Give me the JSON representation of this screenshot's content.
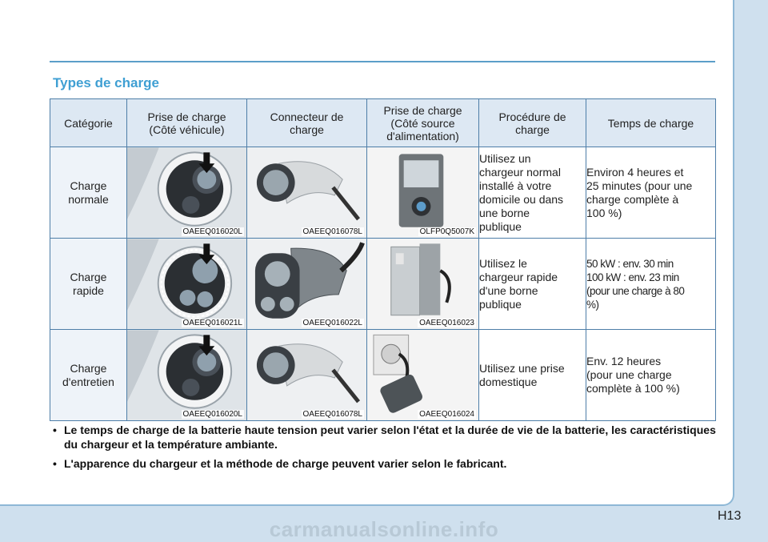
{
  "section_title": "Types de charge",
  "table": {
    "headers": [
      "Catégorie",
      "Prise de charge\n(Côté véhicule)",
      "Connecteur de\ncharge",
      "Prise de charge\n(Côté source\nd'alimentation)",
      "Procédure de\ncharge",
      "Temps de charge"
    ],
    "rows": [
      {
        "category": "Charge\nnormale",
        "img_vehicle": "OAEEQ016020L",
        "img_connector": "OAEEQ016078L",
        "img_source": "OLFP0Q5007K",
        "procedure": "Utilisez un\nchargeur normal\ninstallé à votre\ndomicile ou dans\nune borne\npublique",
        "time": "Environ 4 heures et\n25 minutes (pour une\ncharge complète à\n100 %)"
      },
      {
        "category": "Charge\nrapide",
        "img_vehicle": "OAEEQ016021L",
        "img_connector": "OAEEQ016022L",
        "img_source": "OAEEQ016023",
        "procedure": "Utilisez le\nchargeur rapide\nd'une borne\npublique",
        "time": "50 kW : env. 30 min\n100 kW : env. 23 min\n(pour une charge à 80\n%)"
      },
      {
        "category": "Charge\nd'entretien",
        "img_vehicle": "OAEEQ016020L",
        "img_connector": "OAEEQ016078L",
        "img_source": "OAEEQ016024",
        "procedure": "Utilisez une prise\ndomestique",
        "time": "Env. 12 heures\n(pour une charge\ncomplète à 100 %)"
      }
    ]
  },
  "notes": [
    "Le temps de charge de la batterie haute tension peut varier selon l'état et la durée de vie de la batterie, les caractéristiques du chargeur et la température ambiante.",
    "L'apparence du chargeur et la méthode de charge peuvent varier selon le fabricant."
  ],
  "bullet": "•",
  "page_number": "H13",
  "watermark": "carmanualsonline.info"
}
